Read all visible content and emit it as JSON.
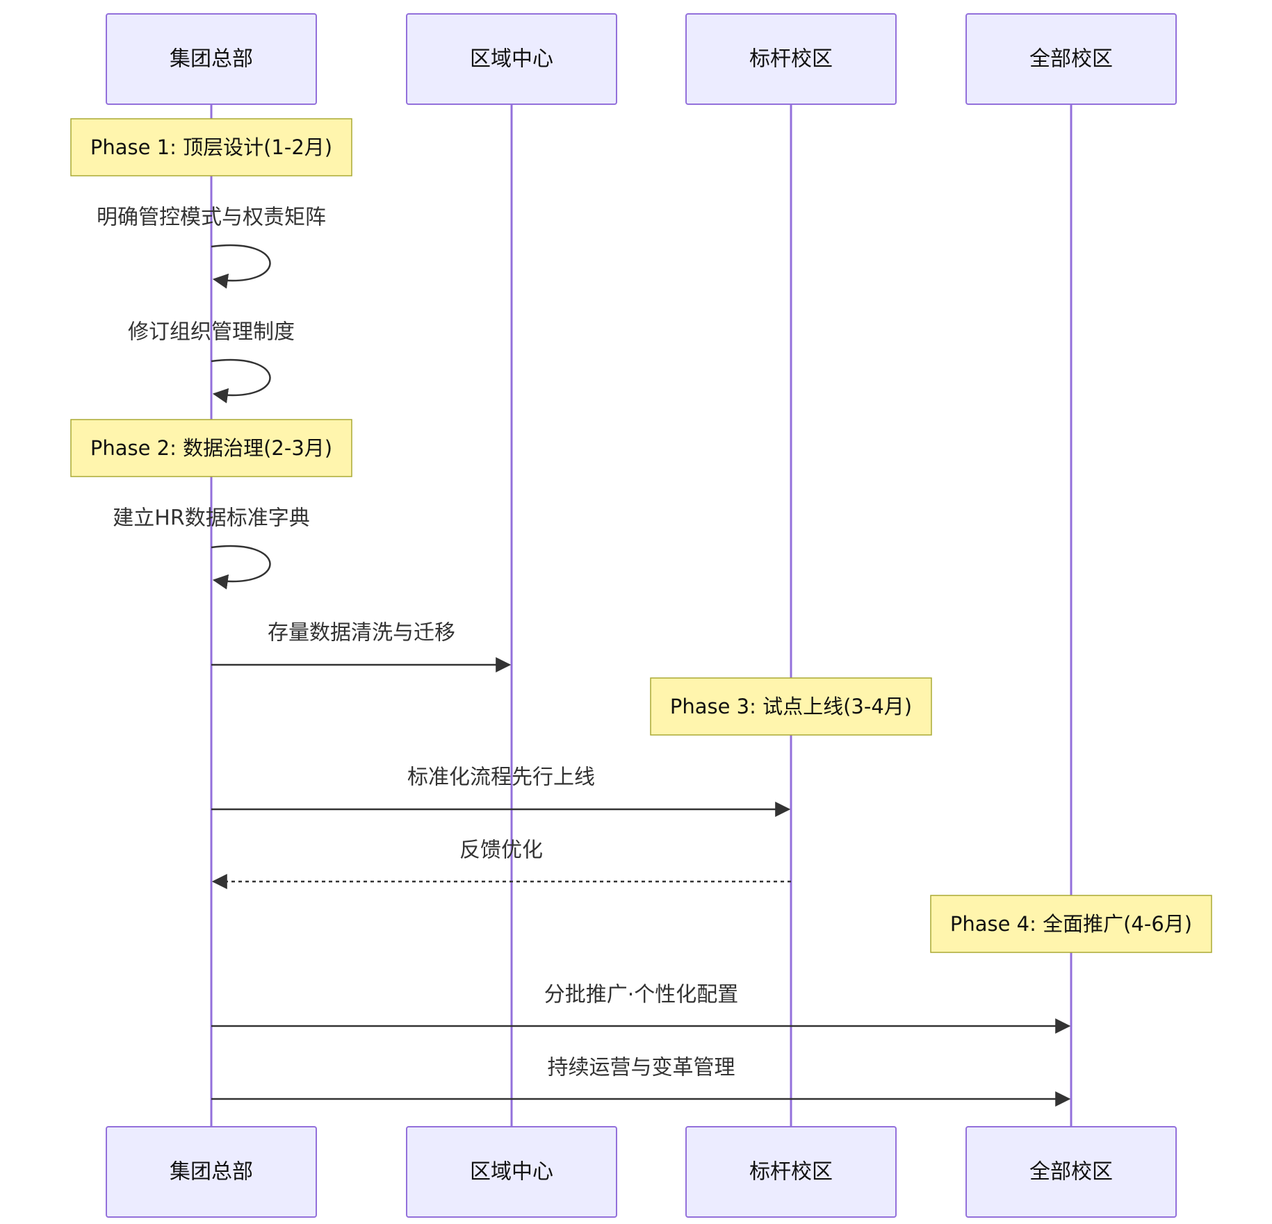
{
  "actors": [
    {
      "id": "hq",
      "label": "集团总部"
    },
    {
      "id": "region",
      "label": "区域中心"
    },
    {
      "id": "pilot",
      "label": "标杆校区"
    },
    {
      "id": "all",
      "label": "全部校区"
    }
  ],
  "notes": [
    {
      "over": "hq",
      "text": "Phase 1: 顶层设计(1-2月)"
    },
    {
      "over": "hq",
      "text": "Phase 2: 数据治理(2-3月)"
    },
    {
      "over": "pilot",
      "text": "Phase 3: 试点上线(3-4月)"
    },
    {
      "over": "all",
      "text": "Phase 4: 全面推广(4-6月)"
    }
  ],
  "messages": [
    {
      "from": "hq",
      "to": "hq",
      "text": "明确管控模式与权责矩阵",
      "style": "solid"
    },
    {
      "from": "hq",
      "to": "hq",
      "text": "修订组织管理制度",
      "style": "solid"
    },
    {
      "from": "hq",
      "to": "hq",
      "text": "建立HR数据标准字典",
      "style": "solid"
    },
    {
      "from": "hq",
      "to": "region",
      "text": "存量数据清洗与迁移",
      "style": "solid"
    },
    {
      "from": "hq",
      "to": "pilot",
      "text": "标准化流程先行上线",
      "style": "solid"
    },
    {
      "from": "pilot",
      "to": "hq",
      "text": "反馈优化",
      "style": "dashed"
    },
    {
      "from": "hq",
      "to": "all",
      "text": "分批推广·个性化配置",
      "style": "solid"
    },
    {
      "from": "hq",
      "to": "all",
      "text": "持续运营与变革管理",
      "style": "solid"
    }
  ]
}
